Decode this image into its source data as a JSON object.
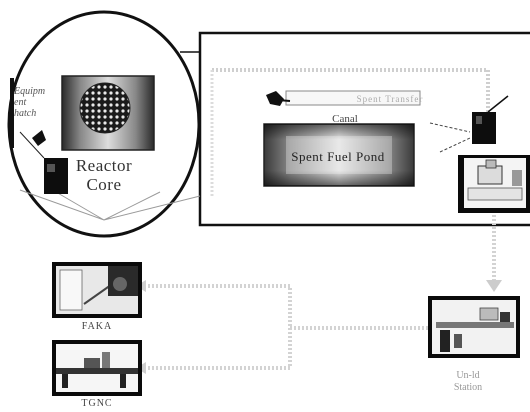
{
  "diagram": {
    "reactor_core_label": "Reactor\nCore",
    "equipment_label": "Equipm\nent\nhatch",
    "canal_channel_label": "Spent Transfer",
    "canal_label": "Canal",
    "spent_fuel_pond_label": "Spent Fuel Pond",
    "unloading_station_label": "Un-ld\nStation",
    "site_top_label": "FAKA",
    "site_bottom_label": "TGNC"
  }
}
